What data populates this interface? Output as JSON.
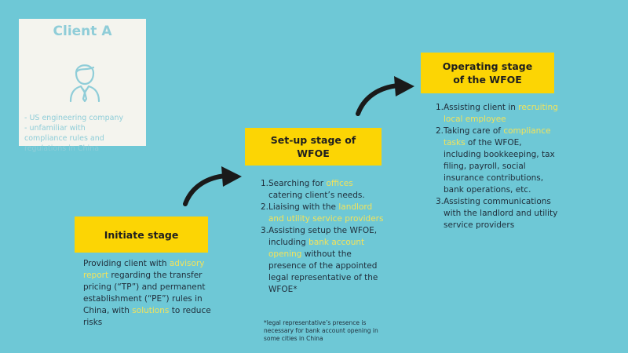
{
  "client": {
    "title": "Client A",
    "icon": "business-person-icon",
    "lines": [
      "- US engineering company",
      "- unfamiliar with",
      "compliance rules and",
      "regulations in China"
    ]
  },
  "stages": {
    "initiate": {
      "title": "Initiate stage",
      "body": [
        {
          "t": "Providing client with ",
          "h": false
        },
        {
          "t": "advisory report",
          "h": true
        },
        {
          "t": " regarding the transfer pricing (“TP”) and permanent establishment (“PE”) rules in China, with ",
          "h": false
        },
        {
          "t": "solutions",
          "h": true
        },
        {
          "t": " to reduce risks",
          "h": false
        }
      ]
    },
    "setup": {
      "title_line1": "Set-up stage of",
      "title_line2": "WFOE",
      "items": [
        {
          "num": "1.",
          "parts": [
            {
              "t": "Searching for ",
              "h": false
            },
            {
              "t": "offices",
              "h": true
            },
            {
              "t": " catering client’s needs.",
              "h": false
            }
          ]
        },
        {
          "num": "2.",
          "parts": [
            {
              "t": "Liaising with the ",
              "h": false
            },
            {
              "t": "landlord and utility service providers",
              "h": true
            }
          ]
        },
        {
          "num": "3.",
          "parts": [
            {
              "t": "Assisting setup the WFOE, including ",
              "h": false
            },
            {
              "t": "bank account opening",
              "h": true
            },
            {
              "t": " without the presence of the appointed legal representative of the WFOE*",
              "h": false
            }
          ]
        }
      ],
      "footnote": "*legal representative’s presence is necessary for bank account opening in some cities in China"
    },
    "operate": {
      "title_line1": "Operating stage",
      "title_line2": "of the WFOE",
      "items": [
        {
          "num": "1.",
          "parts": [
            {
              "t": "Assisting client in ",
              "h": false
            },
            {
              "t": "recruiting local employee",
              "h": true
            }
          ]
        },
        {
          "num": "2.",
          "parts": [
            {
              "t": "Taking care of ",
              "h": false
            },
            {
              "t": "compliance tasks",
              "h": true
            },
            {
              "t": " of the WFOE, including bookkeeping, tax filing, payroll, social insurance contributions, bank operations, etc.",
              "h": false
            }
          ]
        },
        {
          "num": "3.",
          "parts": [
            {
              "t": "Assisting communications with the landlord and utility service providers",
              "h": false
            }
          ]
        }
      ]
    }
  },
  "colors": {
    "background": "#6ec8d6",
    "stage_header": "#fcd504",
    "highlight": "#f2e25a",
    "card": "#f4f4ee",
    "card_text": "#8fcdd8",
    "arrow": "#1a1a1a"
  }
}
